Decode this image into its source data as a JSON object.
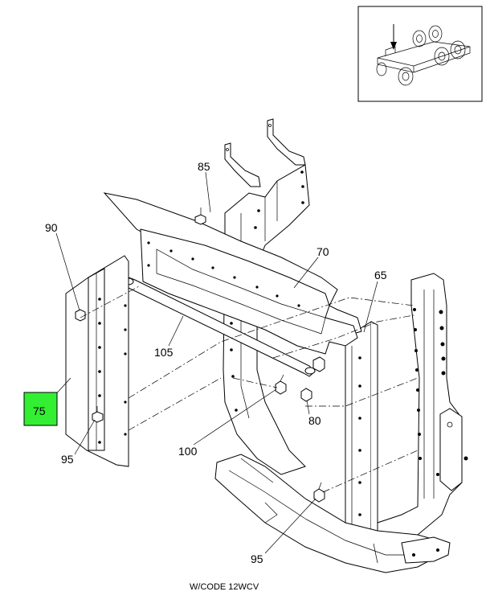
{
  "callouts": {
    "c85": "85",
    "c90": "90",
    "c70": "70",
    "c65": "65",
    "c105": "105",
    "c75": "75",
    "c80": "80",
    "c100": "100",
    "c95_left": "95",
    "c95_bottom": "95"
  },
  "highlight_color": "#33ee33",
  "caption": "W/CODE 12WCV"
}
